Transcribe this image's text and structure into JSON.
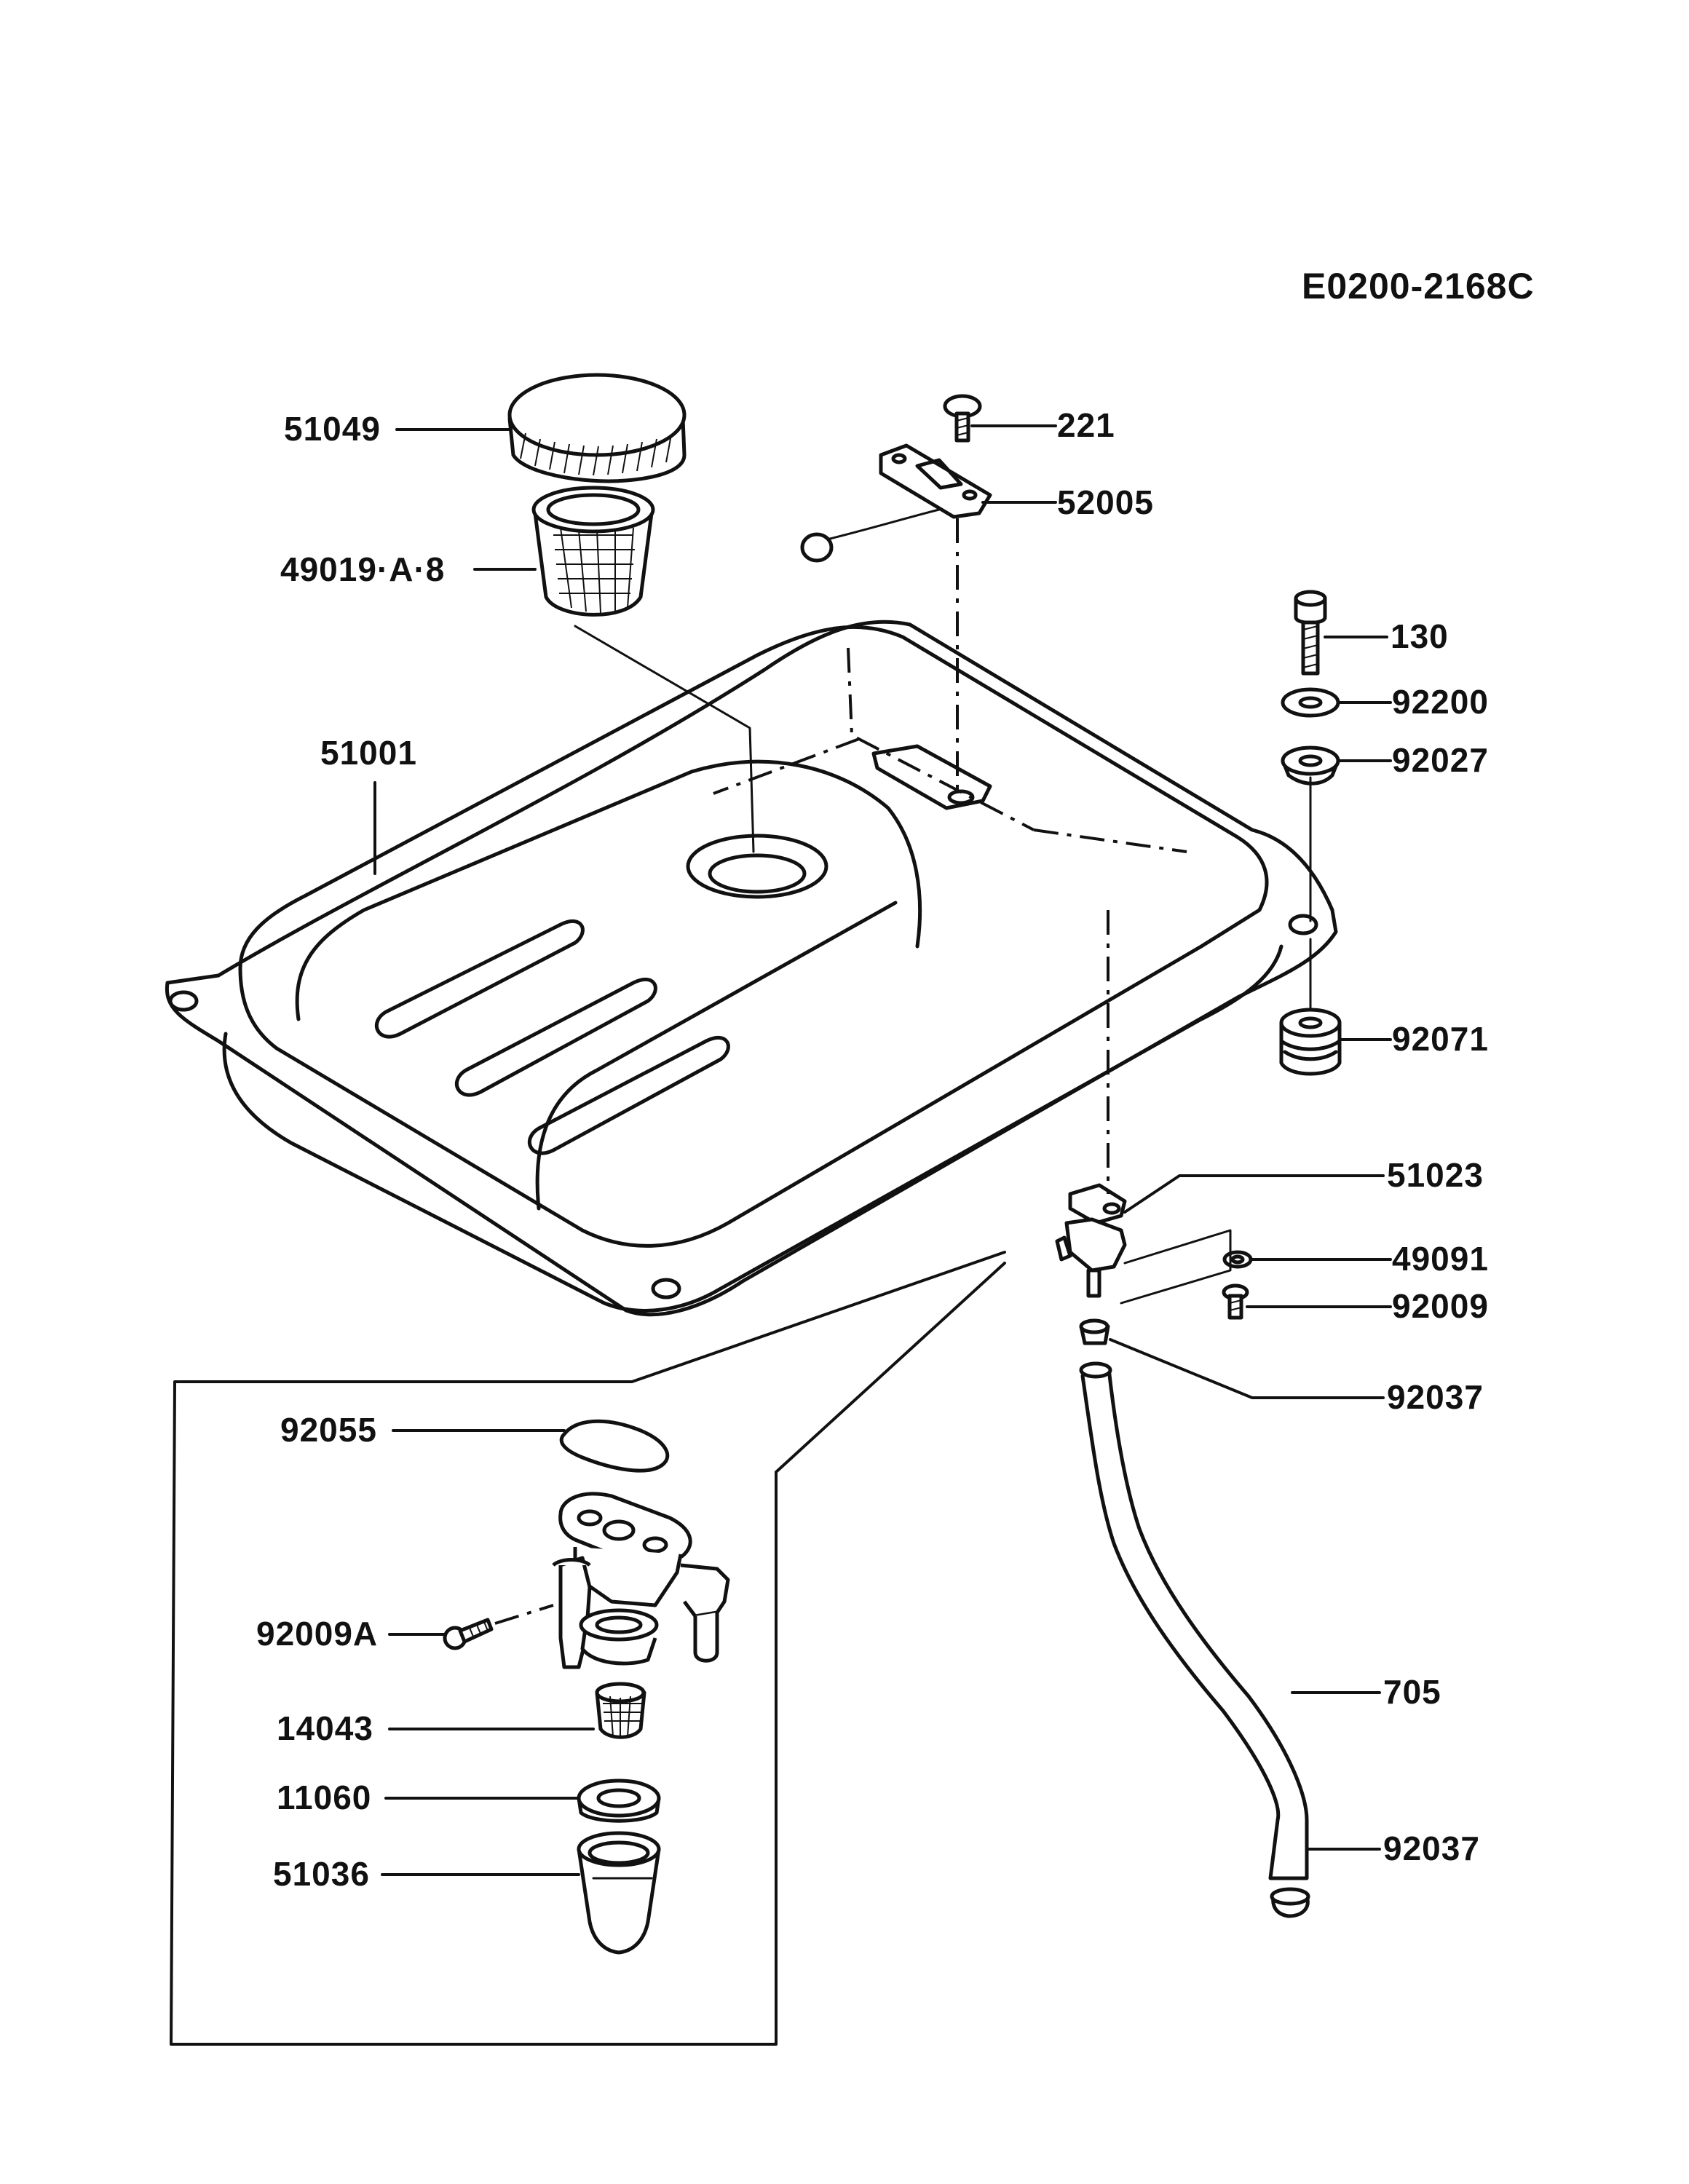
{
  "drawing_code": "E0200-2168C",
  "parts": {
    "p51049": "51049",
    "p49019": "49019·A·8",
    "p221": "221",
    "p52005": "52005",
    "p130": "130",
    "p92200": "92200",
    "p92027": "92027",
    "p51001": "51001",
    "p92071": "92071",
    "p51023": "51023",
    "p49091": "49091",
    "p92009": "92009",
    "p92037a": "92037",
    "p92055": "92055",
    "p92009A": "92009A",
    "p14043": "14043",
    "p11060": "11060",
    "p51036": "51036",
    "p705": "705",
    "p92037b": "92037"
  }
}
